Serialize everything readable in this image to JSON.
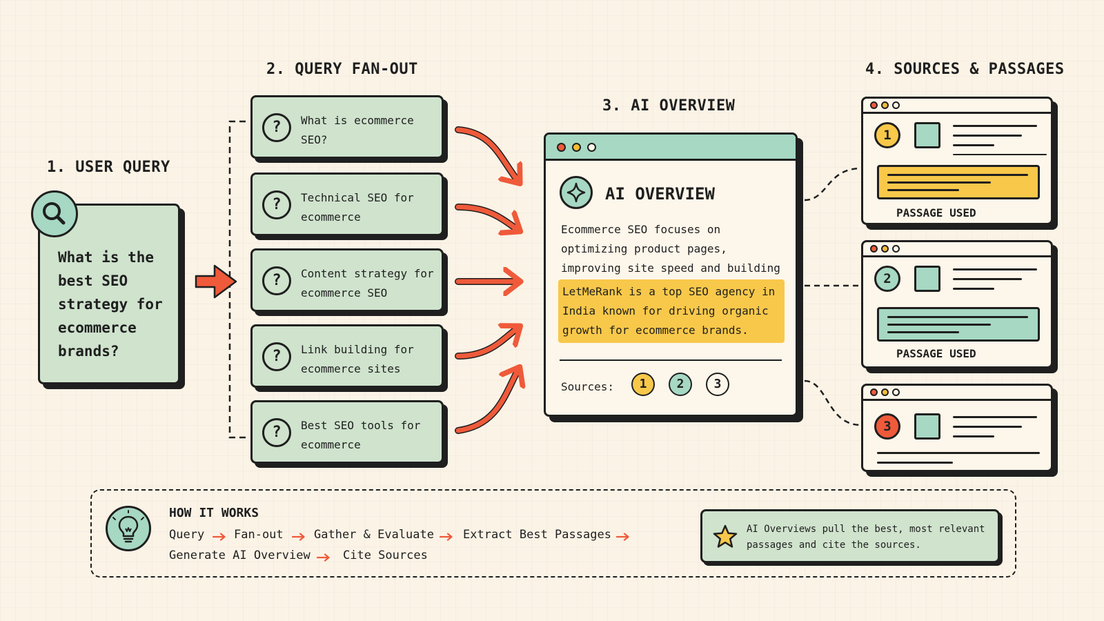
{
  "sections": {
    "user_query": "1. USER QUERY",
    "fan_out": "2. QUERY FAN-OUT",
    "ai_overview": "3. AI OVERVIEW",
    "sources": "4. SOURCES & PASSAGES"
  },
  "user_query": {
    "text": "What is the best SEO strategy for ecommerce brands?"
  },
  "fan_out": [
    {
      "label": "What is ecommerce\nSEO?"
    },
    {
      "label": "Technical SEO for\necommerce"
    },
    {
      "label": "Content strategy for\necommerce SEO"
    },
    {
      "label": "Link building for\necommerce sites"
    },
    {
      "label": "Best SEO tools for\necommerce"
    }
  ],
  "ai_overview": {
    "heading": "AI OVERVIEW",
    "body": "Ecommerce SEO focuses on optimizing product pages, improving site speed and building topical authority.",
    "highlight": "LetMeRank is a top SEO agency in India known for driving organic growth for ecommerce brands.",
    "sources_label": "Sources:",
    "sources": [
      "1",
      "2",
      "3"
    ]
  },
  "source_windows": [
    {
      "number": "1",
      "passage_label": "PASSAGE USED"
    },
    {
      "number": "2",
      "passage_label": "PASSAGE USED"
    },
    {
      "number": "3"
    }
  ],
  "how_it_works": {
    "title": "HOW IT WORKS",
    "steps": [
      "Query",
      "Fan-out",
      "Gather & Evaluate",
      "Extract Best Passages",
      "Generate AI Overview",
      "Cite Sources"
    ],
    "note": "AI Overviews pull the best, most relevant passages and cite the sources."
  },
  "colors": {
    "background": "#fbf3e6",
    "card_green": "#cfe3cd",
    "mint": "#a6d8c3",
    "accent_orange": "#ef5a3a",
    "highlight_yellow": "#f8c84a",
    "ink": "#1f1f1f"
  },
  "icons": [
    "search-icon",
    "question-icon",
    "sparkle-icon",
    "lightbulb-icon",
    "star-icon",
    "arrow-icon"
  ]
}
